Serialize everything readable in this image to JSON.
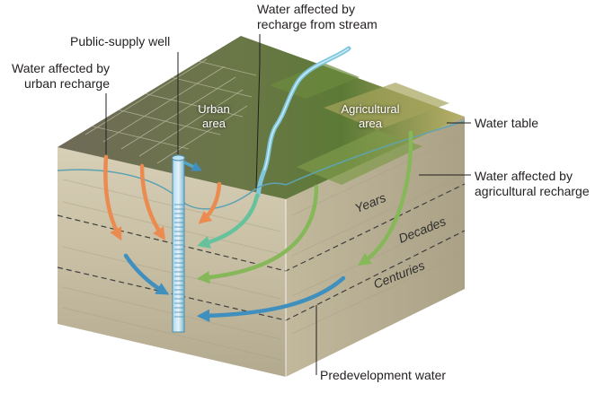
{
  "labels": {
    "public_supply_well": "Public-supply well",
    "urban_recharge": [
      "Water affected by",
      "urban recharge"
    ],
    "stream_recharge": [
      "Water affected by",
      "recharge from stream"
    ],
    "water_table": "Water  table",
    "agricultural_recharge": [
      "Water affected by",
      "agricultural recharge"
    ],
    "predevelopment": "Predevelopment water"
  },
  "areas": {
    "urban": [
      "Urban",
      "area"
    ],
    "agricultural": [
      "Agricultural",
      "area"
    ]
  },
  "ages": {
    "years": "Years",
    "decades": "Decades",
    "centuries": "Centuries"
  },
  "colors": {
    "urban_arrow": "#ec8b50",
    "agricultural_arrow": "#86b85a",
    "stream_arrow": "#66c29d",
    "predevelopment_arrow": "#3f8fbf",
    "water_table_line": "#5fa3b3",
    "sediment": "#cbc2a8",
    "stream": "#7fc6dc"
  },
  "icons": {
    "well": "well-casing-icon"
  }
}
